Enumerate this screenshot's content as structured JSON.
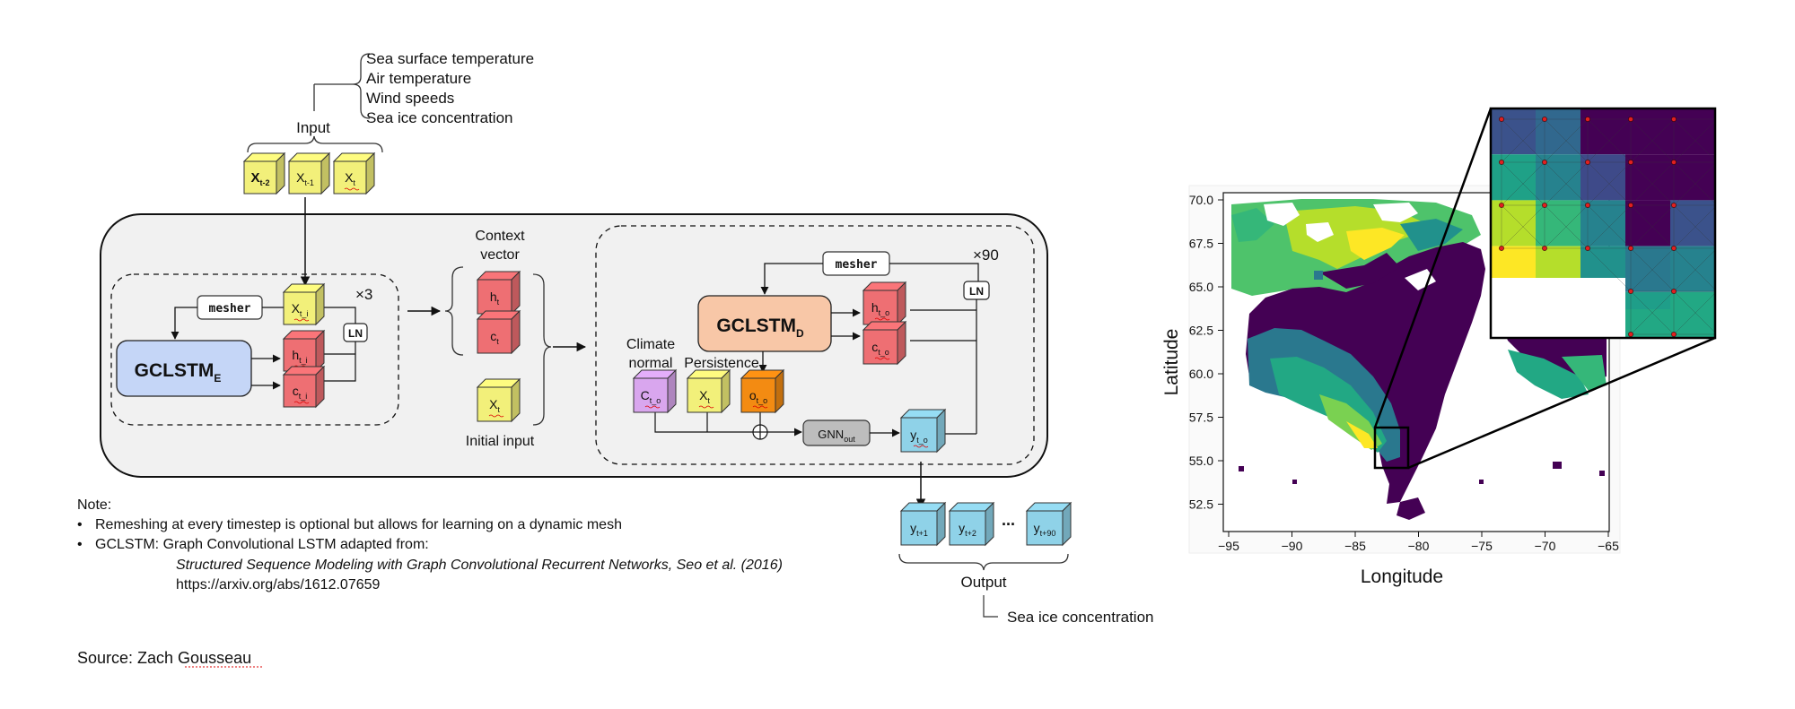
{
  "input": {
    "title": "Input",
    "variables": [
      "Sea surface temperature",
      "Air temperature",
      "Wind speeds",
      "Sea ice concentration"
    ],
    "cubes": [
      {
        "base": "X",
        "sub": "t-2"
      },
      {
        "base": "X",
        "sub": "t-1"
      },
      {
        "base": "X",
        "sub": "t"
      }
    ]
  },
  "encoder": {
    "mesher": "mesher",
    "block": {
      "base": "GCLSTM",
      "sub": "E"
    },
    "repeat": "×3",
    "ln": "LN",
    "x": {
      "base": "X",
      "sub": "t_i"
    },
    "h": {
      "base": "h",
      "sub": "t_i"
    },
    "c": {
      "base": "c",
      "sub": "t_i"
    }
  },
  "context": {
    "title_line1": "Context",
    "title_line2": "vector",
    "h": {
      "base": "h",
      "sub": "t"
    },
    "c": {
      "base": "c",
      "sub": "t"
    },
    "initial_label": "Initial input",
    "initial": {
      "base": "X",
      "sub": "t"
    }
  },
  "decoder": {
    "mesher": "mesher",
    "block": {
      "base": "GCLSTM",
      "sub": "D"
    },
    "repeat": "×90",
    "ln": "LN",
    "h": {
      "base": "h",
      "sub": "t_o"
    },
    "c": {
      "base": "c",
      "sub": "t_o"
    },
    "climate_label_1": "Climate",
    "climate_label_2": "normal",
    "persistence_label": "Persistence",
    "climate": {
      "base": "C",
      "sub": "t_o"
    },
    "persistence": {
      "base": "X",
      "sub": "t"
    },
    "o": {
      "base": "o",
      "sub": "t_o"
    },
    "gnn": {
      "base": "GNN",
      "sub": "out"
    },
    "y": {
      "base": "y",
      "sub": "t_o"
    }
  },
  "output": {
    "title": "Output",
    "variable": "Sea ice concentration",
    "cubes": [
      {
        "base": "y",
        "sub": "t+1"
      },
      {
        "base": "y",
        "sub": "t+2"
      },
      {
        "base": "y",
        "sub": "t+90"
      }
    ],
    "ellipsis": "..."
  },
  "note": {
    "title": "Note:",
    "bullet1": "Remeshing at every timestep is optional but allows for learning on a dynamic mesh",
    "bullet2": "GCLSTM: Graph Convolutional LSTM adapted from:",
    "citation": "Structured Sequence Modeling with Graph Convolutional Recurrent Networks, Seo et al. (2016)",
    "url": "https://arxiv.org/abs/1612.07659"
  },
  "source": "Source: Zach Gousseau",
  "map": {
    "xlabel": "Longitude",
    "ylabel": "Latitude",
    "xticks": [
      "−95",
      "−90",
      "−85",
      "−80",
      "−75",
      "−70",
      "−65"
    ],
    "yticks": [
      "70.0",
      "67.5",
      "65.0",
      "62.5",
      "60.0",
      "57.5",
      "55.0",
      "52.5"
    ]
  },
  "colors": {
    "yellow_cube": "#f2f07a",
    "red_cube": "#ee6f73",
    "blue_cube": "#8fd2e8",
    "purple_cube": "#d9a6ee",
    "orange_cube": "#f38b12",
    "encoder_block": "#c5d6f7",
    "decoder_block": "#f8c7a7",
    "gnn_block": "#bdbdbd",
    "panel_bg": "#f1f1f1",
    "land": "#440154"
  }
}
